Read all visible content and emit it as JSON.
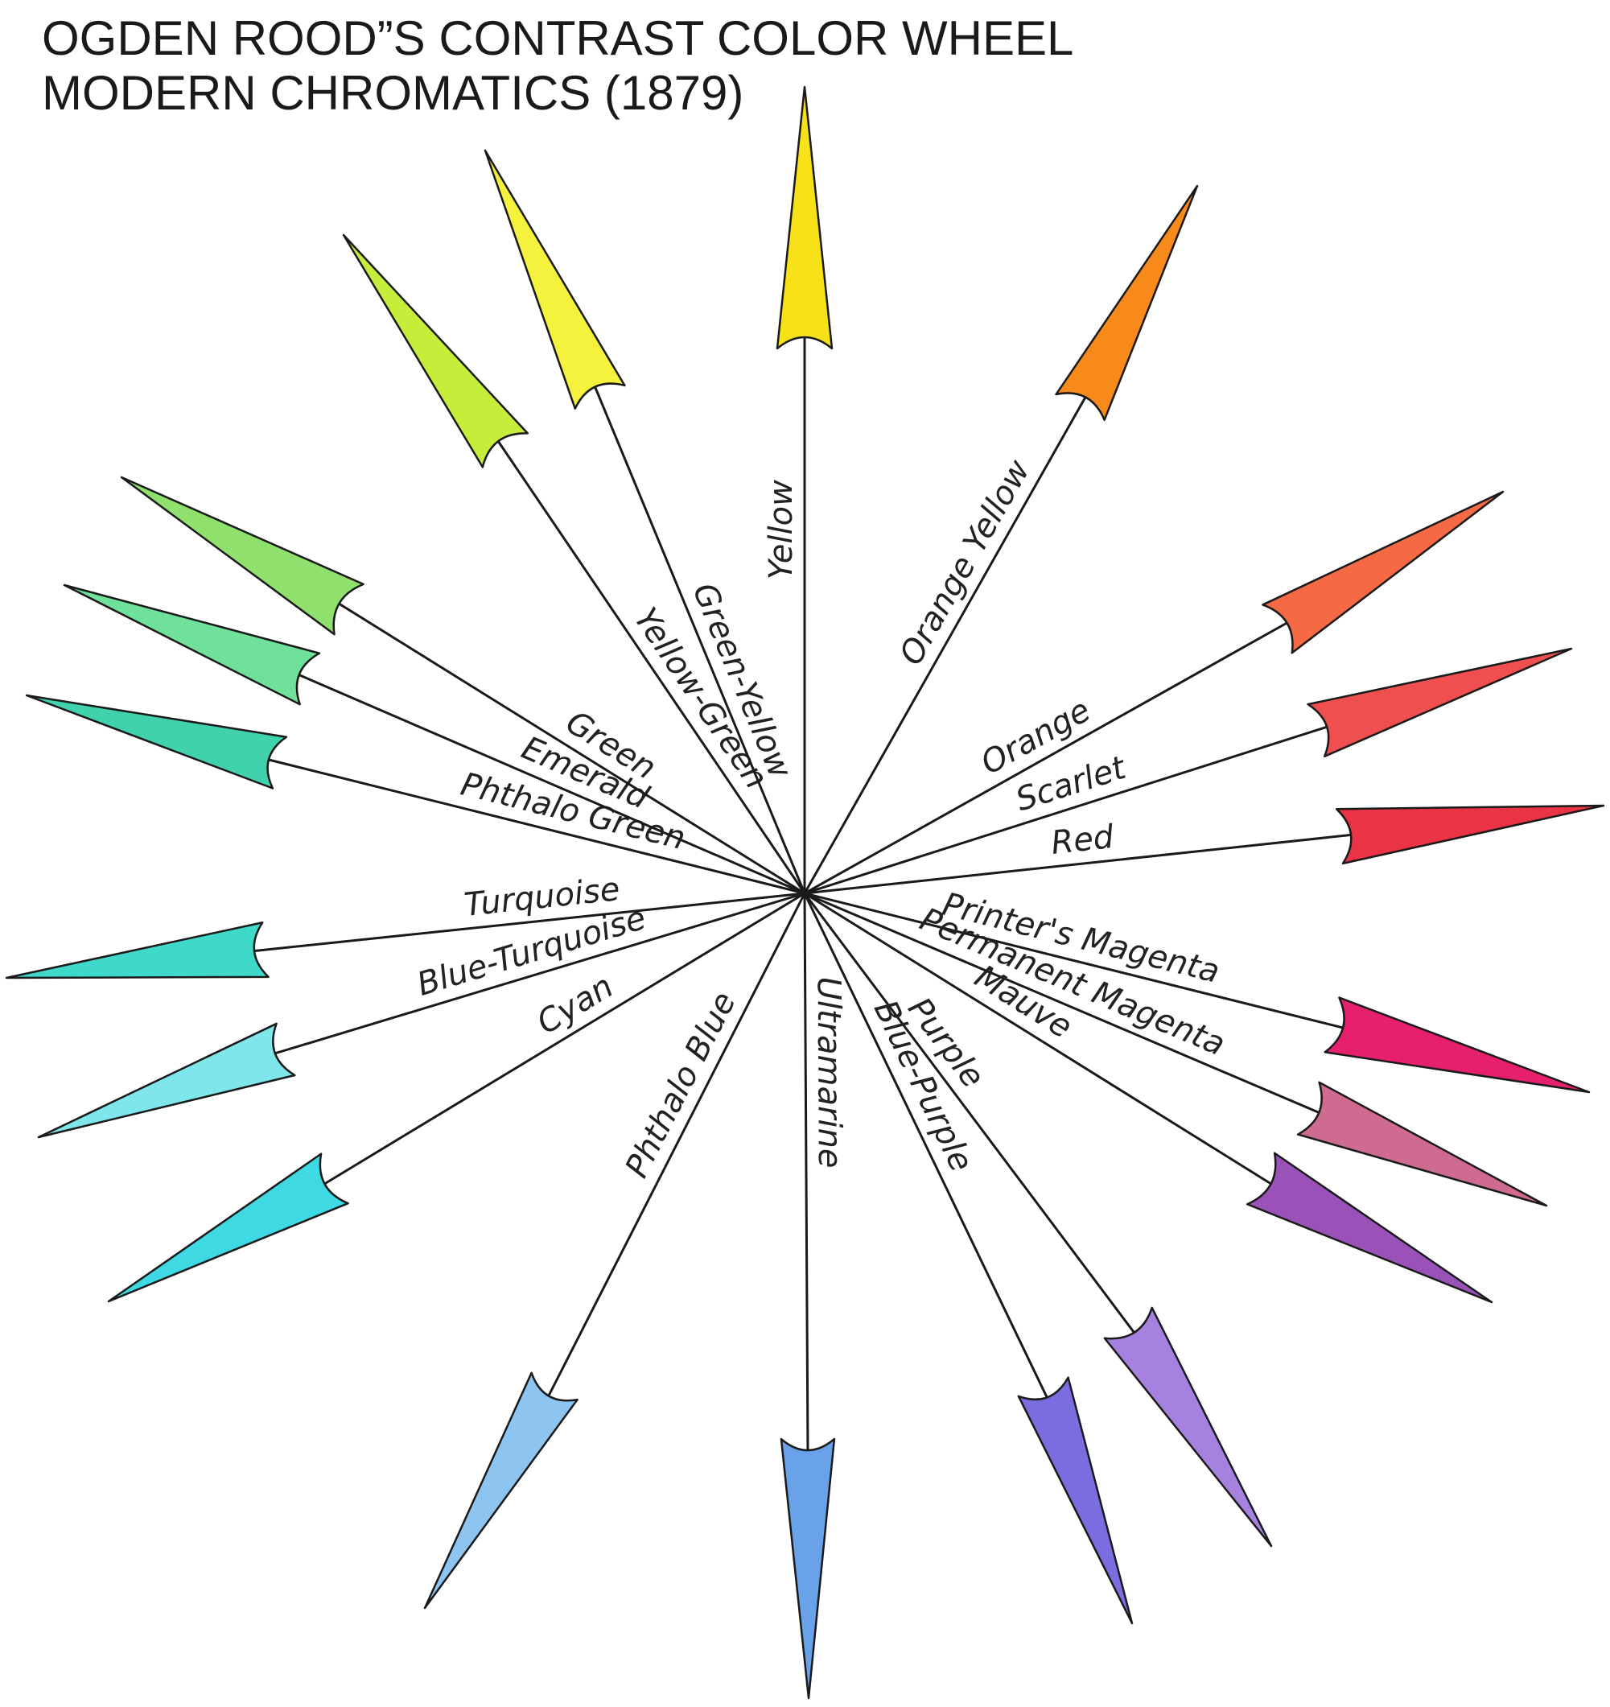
{
  "title": {
    "line1": "OGDEN ROOD”S CONTRAST COLOR WHEEL",
    "line2": "MODERN CHROMATICS  (1879)"
  },
  "colors": [
    {
      "name": "Yellow",
      "color": "#f7e21a"
    },
    {
      "name": "Orange Yellow",
      "color": "#f88a1c"
    },
    {
      "name": "Orange",
      "color": "#f56a45"
    },
    {
      "name": "Scarlet",
      "color": "#ef4f4f"
    },
    {
      "name": "Red",
      "color": "#ea3344"
    },
    {
      "name": "Printer's Magenta",
      "color": "#e6206c"
    },
    {
      "name": "Permanent Magenta",
      "color": "#cf6a91"
    },
    {
      "name": "Mauve",
      "color": "#9a52b8"
    },
    {
      "name": "Purple",
      "color": "#a781df"
    },
    {
      "name": "Blue-Purple",
      "color": "#7a6de0"
    },
    {
      "name": "Ultramarine",
      "color": "#6aa2ea"
    },
    {
      "name": "Phthalo Blue",
      "color": "#8ec4f0"
    },
    {
      "name": "Cyan",
      "color": "#3ed9e2"
    },
    {
      "name": "Blue-Turquoise",
      "color": "#7fe7ec"
    },
    {
      "name": "Turquoise",
      "color": "#3fd9c9"
    },
    {
      "name": "Phthalo Green",
      "color": "#3fd2ac"
    },
    {
      "name": "Emerald",
      "color": "#6fe19a"
    },
    {
      "name": "Green",
      "color": "#8fe06d"
    },
    {
      "name": "Yellow-Green",
      "color": "#c6ed3a"
    },
    {
      "name": "Green-Yellow",
      "color": "#f4f23d"
    }
  ]
}
